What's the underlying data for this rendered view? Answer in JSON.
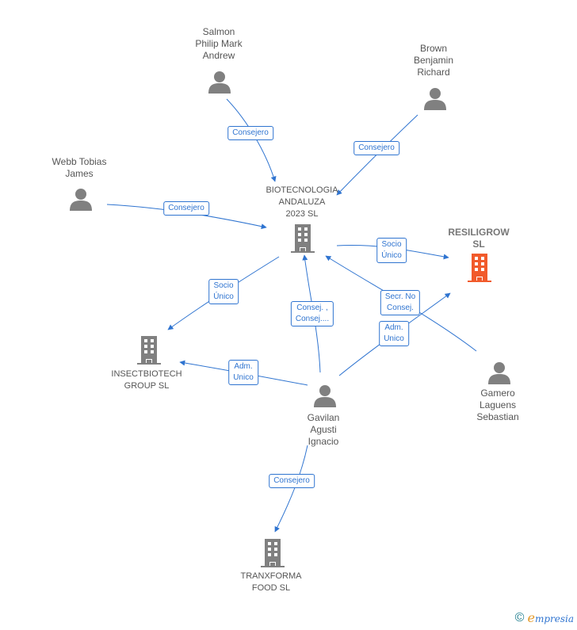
{
  "nodes": {
    "salmon": {
      "label": "Salmon\nPhilip Mark\nAndrew",
      "icon": "person-icon"
    },
    "brown": {
      "label": "Brown\nBenjamin\nRichard",
      "icon": "person-icon"
    },
    "webb": {
      "label": "Webb Tobias\nJames",
      "icon": "person-icon"
    },
    "biotecnologia": {
      "label": "BIOTECNOLOGIA\nANDALUZA\n2023 SL",
      "icon": "building-icon"
    },
    "resiligrow": {
      "label": "RESILIGROW\nSL",
      "icon": "building-icon",
      "color": "#f15a2b"
    },
    "insectbiotech": {
      "label": "INSECTBIOTECH\nGROUP SL",
      "icon": "building-icon"
    },
    "gavilan": {
      "label": "Gavilan\nAgusti\nIgnacio",
      "icon": "person-icon"
    },
    "gamero": {
      "label": "Gamero\nLaguens\nSebastian",
      "icon": "person-icon"
    },
    "tranxforma": {
      "label": "TRANXFORMA\nFOOD SL",
      "icon": "building-icon"
    }
  },
  "edges": {
    "salmon_bio": "Consejero",
    "brown_bio": "Consejero",
    "webb_bio": "Consejero",
    "bio_resiligrow": "Socio\nÚnico",
    "bio_insect": "Socio\nÚnico",
    "gavilan_bio": "Consej. ,\nConsej....",
    "gamero_bio": "Secr. No\nConsej.",
    "gavilan_resiligrow": "Adm.\nUnico",
    "gavilan_insect": "Adm.\nUnico",
    "gavilan_tranxforma": "Consejero"
  },
  "colors": {
    "edge": "#2f74d0",
    "node_gray": "#808080",
    "highlight": "#f15a2b"
  },
  "footer": {
    "copyright": "©",
    "brand_initial": "e",
    "brand_rest": "mpresia"
  }
}
